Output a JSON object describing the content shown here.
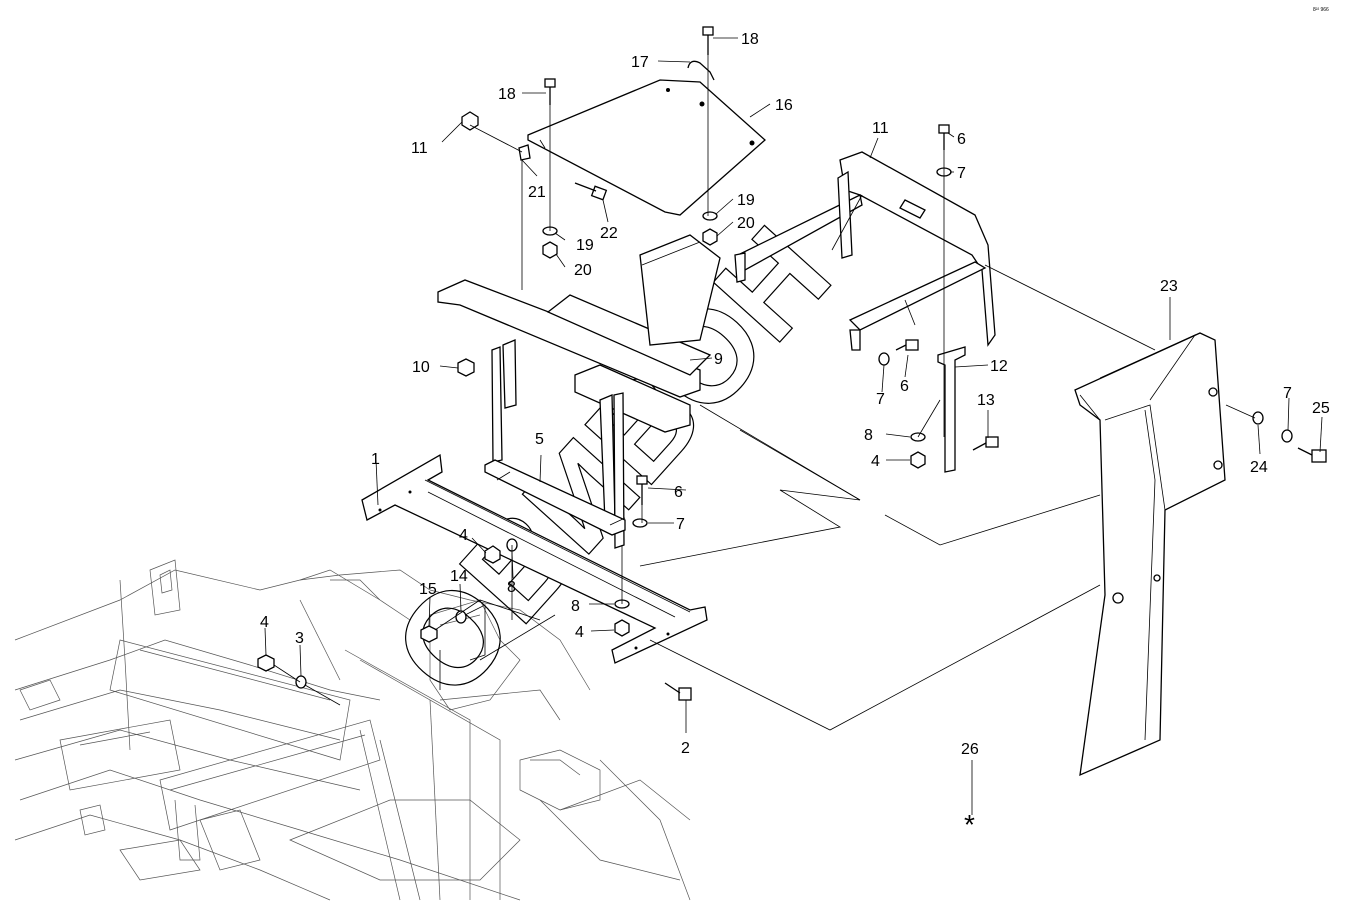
{
  "callouts": [
    "18",
    "17",
    "18",
    "16",
    "11",
    "21",
    "22",
    "19",
    "20",
    "19",
    "20",
    "11",
    "6",
    "7",
    "10",
    "9",
    "12",
    "6",
    "7",
    "13",
    "8",
    "4",
    "5",
    "1",
    "6",
    "7",
    "4",
    "8",
    "8",
    "4",
    "15",
    "14",
    "4",
    "3",
    "2",
    "23",
    "24",
    "7",
    "25",
    "26"
  ],
  "asterisk": "*",
  "watermark": "ОВИВОН",
  "drawing_ref": "8²² 966"
}
